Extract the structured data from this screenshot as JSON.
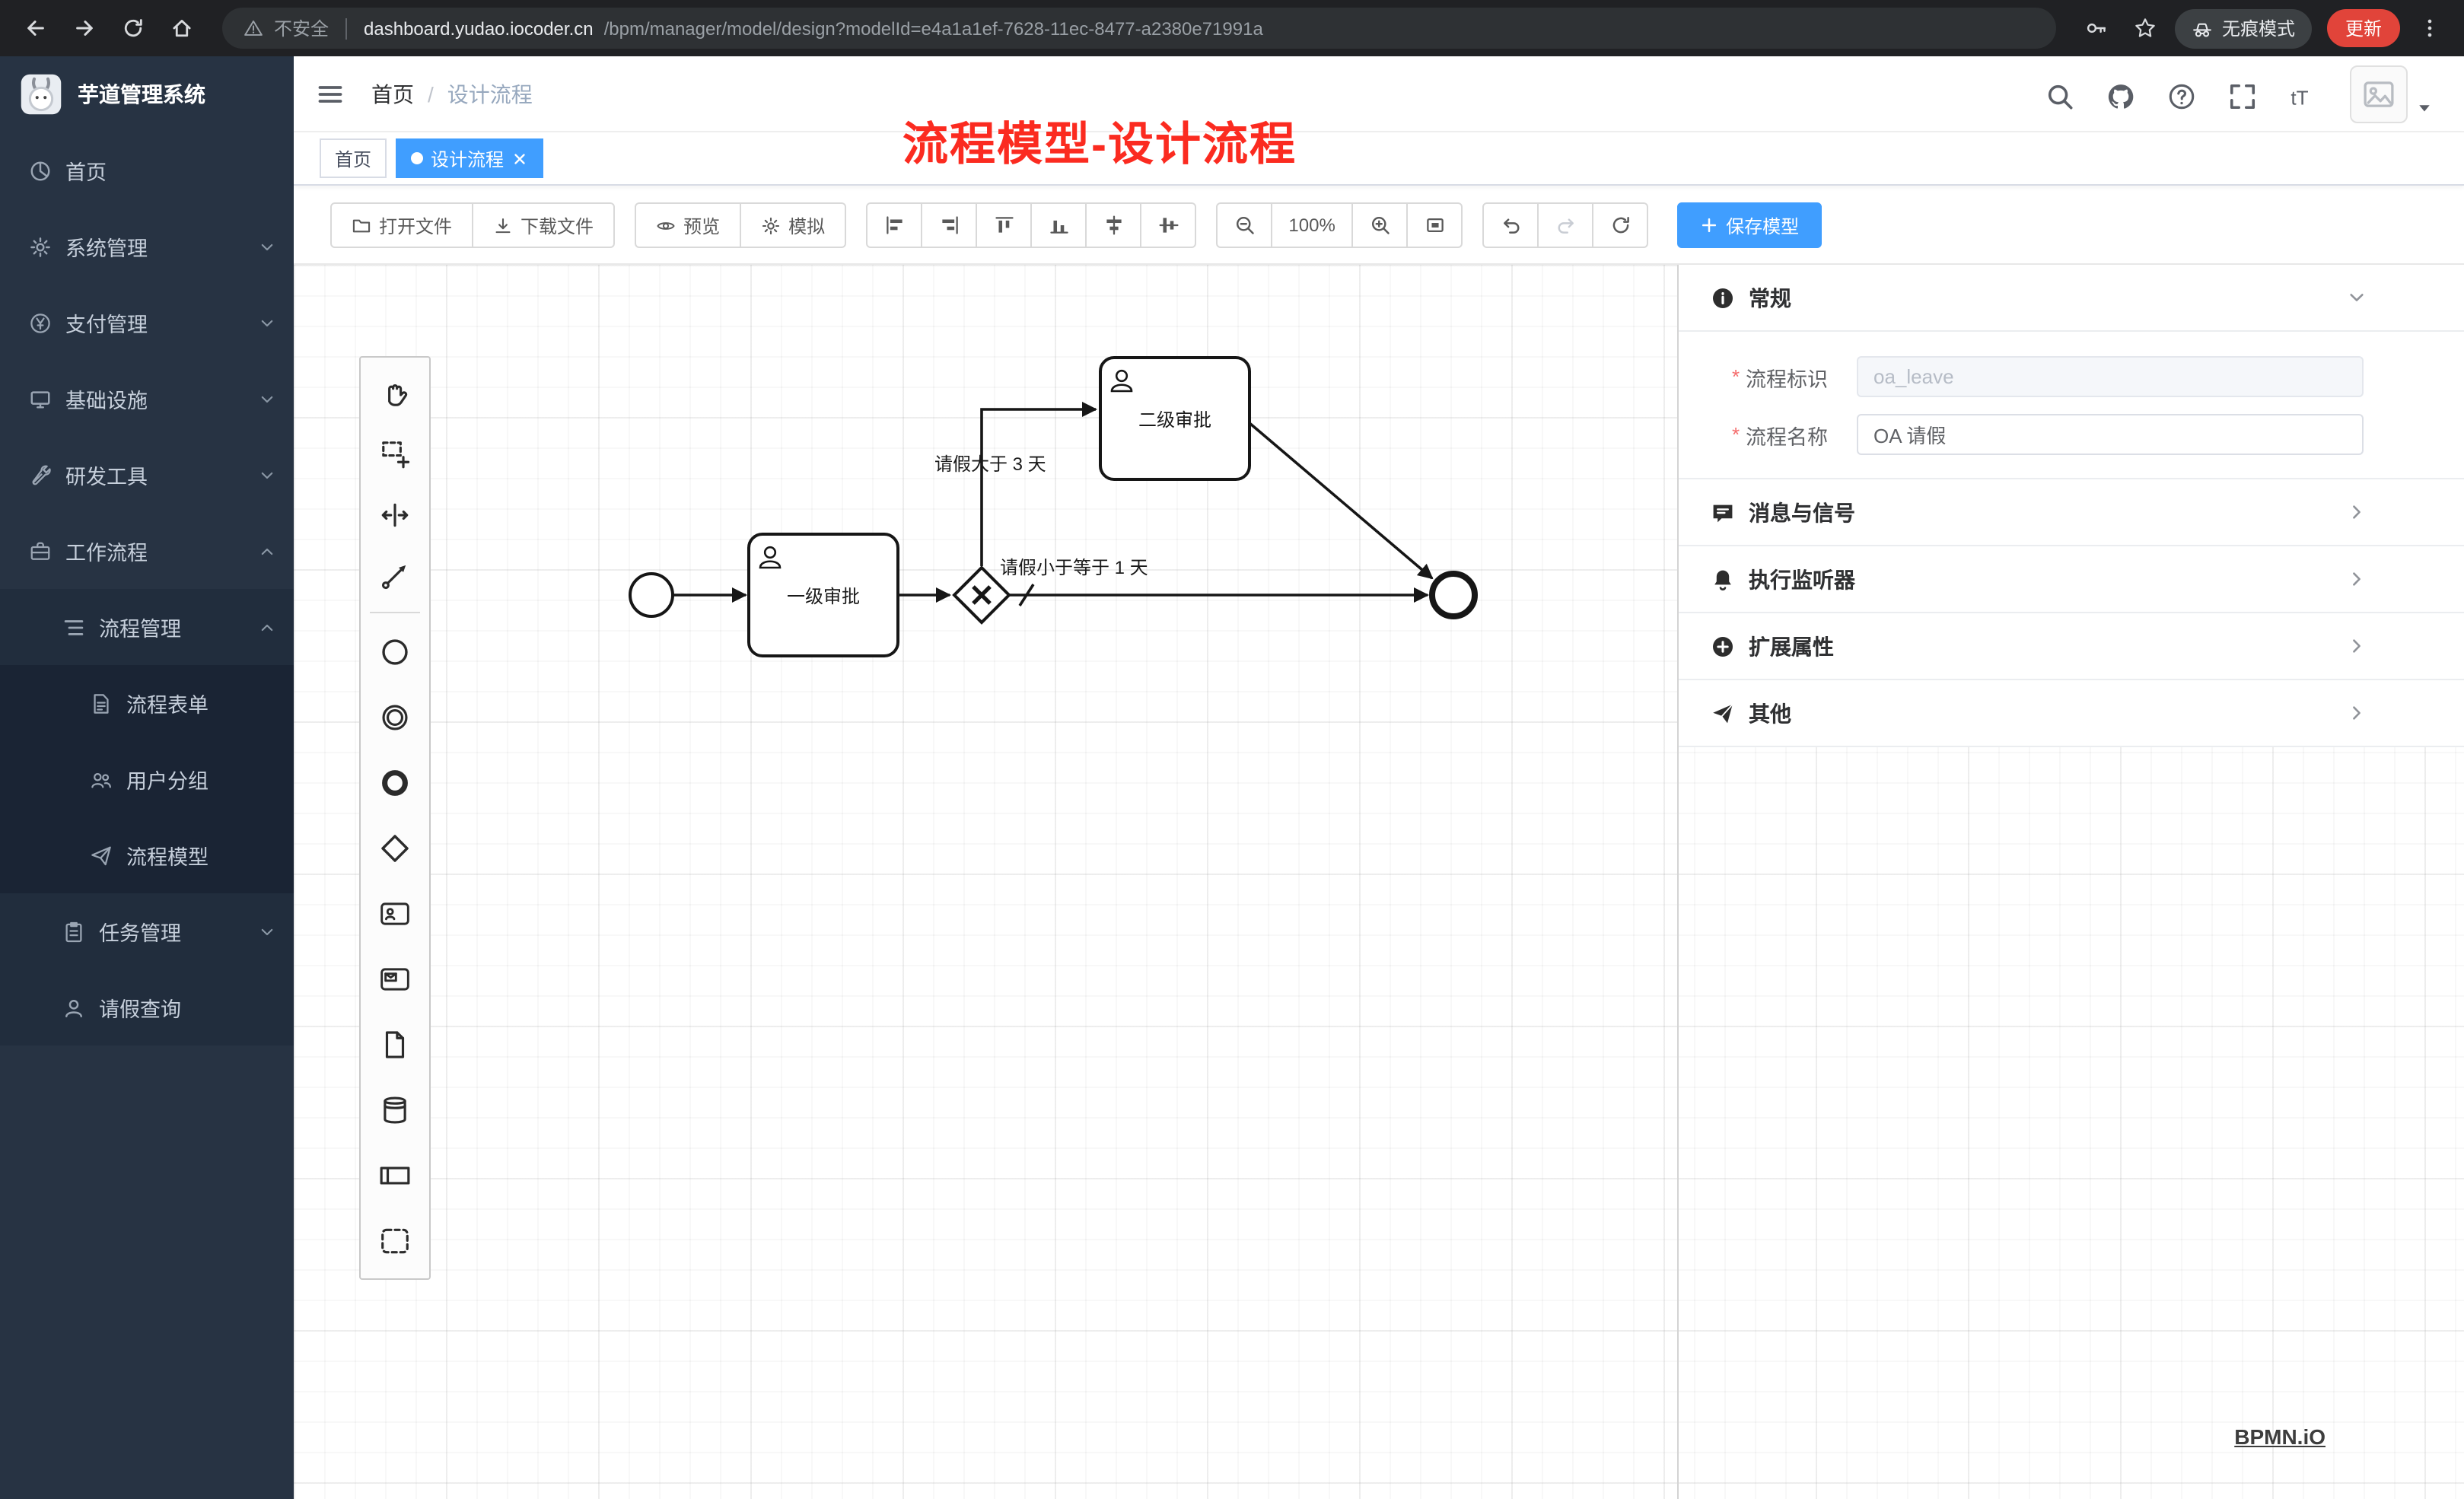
{
  "browser": {
    "security_label": "不安全",
    "url_domain": "dashboard.yudao.iocoder.cn",
    "url_path": "/bpm/manager/model/design?modelId=e4a1a1ef-7628-11ec-8477-a2380e71991a",
    "incognito_label": "无痕模式",
    "update_label": "更新"
  },
  "sidebar": {
    "logo_title": "芋道管理系统",
    "items": [
      {
        "label": "首页"
      },
      {
        "label": "系统管理"
      },
      {
        "label": "支付管理"
      },
      {
        "label": "基础设施"
      },
      {
        "label": "研发工具"
      },
      {
        "label": "工作流程"
      },
      {
        "label": "流程管理"
      },
      {
        "label": "流程表单"
      },
      {
        "label": "用户分组"
      },
      {
        "label": "流程模型"
      },
      {
        "label": "任务管理"
      },
      {
        "label": "请假查询"
      }
    ]
  },
  "header": {
    "breadcrumb_home": "首页",
    "breadcrumb_sep": "/",
    "breadcrumb_current": "设计流程",
    "annotation": "流程模型-设计流程"
  },
  "tabs": {
    "home": "首页",
    "current": "设计流程"
  },
  "toolbar": {
    "open": "打开文件",
    "download": "下载文件",
    "preview": "预览",
    "simulate": "模拟",
    "zoom_value": "100%",
    "save": "保存模型"
  },
  "diagram": {
    "task1": "一级审批",
    "task2": "二级审批",
    "cond_gt": "请假大于 3 天",
    "cond_le": "请假小于等于 1 天"
  },
  "panel": {
    "sec_general": "常规",
    "sec_message": "消息与信号",
    "sec_listener": "执行监听器",
    "sec_ext": "扩展属性",
    "sec_other": "其他",
    "field_key_label": "流程标识",
    "field_key_value": "oa_leave",
    "field_name_label": "流程名称",
    "field_name_value": "OA 请假"
  },
  "watermark": "BPMN.iO",
  "colors": {
    "accent": "#409eff",
    "sidebar_bg": "#273343",
    "danger": "#f56c6c",
    "annotation": "#fb2b20"
  }
}
